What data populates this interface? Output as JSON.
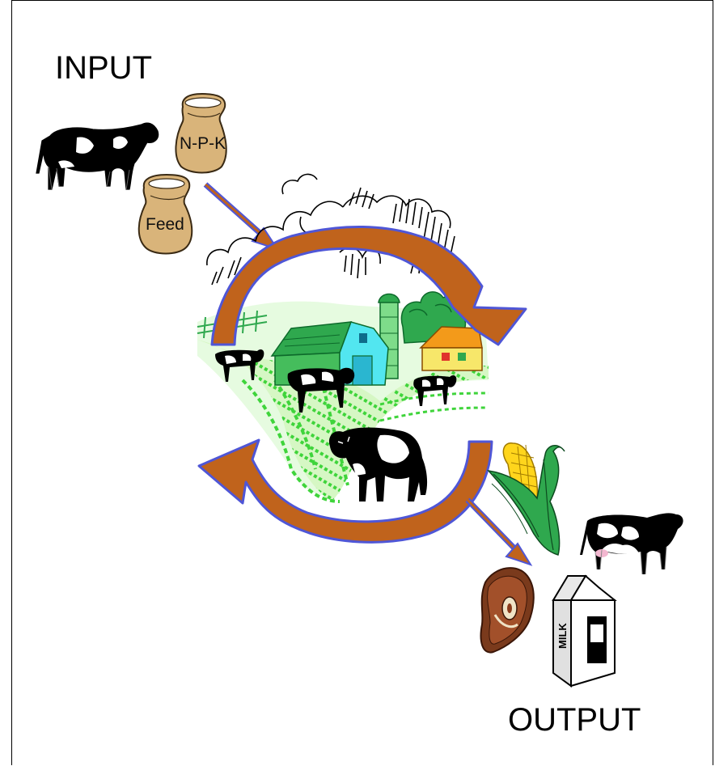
{
  "diagram": {
    "input_title": "INPUT",
    "output_title": "OUTPUT",
    "inputs": {
      "fertilizer_sack_label": "N-P-K",
      "feed_sack_label": "Feed"
    },
    "outputs": {
      "milk_carton_label": "MILK"
    }
  },
  "colors": {
    "arrow_fill": "#c0631c",
    "arrow_outline": "#4f56d6",
    "barn": "#2fa84e",
    "house_roof": "#f39a1a",
    "field": "#8fe66b",
    "sky_scribble": "#000000"
  },
  "icons": [
    "cow-icon",
    "fertilizer-sack-icon",
    "feed-sack-icon",
    "farm-scene-icon",
    "corn-icon",
    "steak-icon",
    "milk-carton-icon"
  ]
}
